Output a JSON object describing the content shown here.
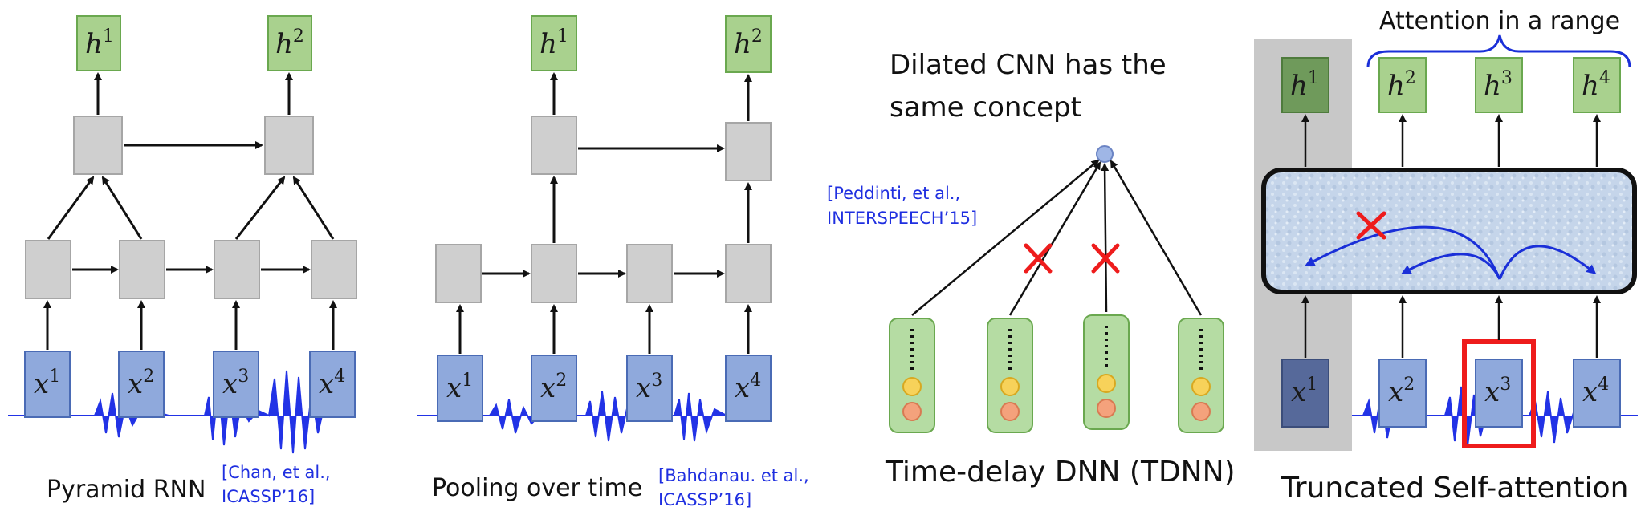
{
  "colors": {
    "output_fill": "#a9d18e",
    "output_stroke": "#6aa84f",
    "hidden_fill": "#cfcfcf",
    "hidden_stroke": "#a6a6a6",
    "input_fill": "#8fa9dc",
    "input_stroke": "#4a6bb5",
    "wave": "#2233e6",
    "cross": "#ee1c1c",
    "attention_arrow": "#1a2fd8",
    "citation": "#1f2fe0"
  },
  "pyramid": {
    "outputs": [
      {
        "var": "h",
        "sup": "1"
      },
      {
        "var": "h",
        "sup": "2"
      }
    ],
    "inputs": [
      {
        "var": "x",
        "sup": "1"
      },
      {
        "var": "x",
        "sup": "2"
      },
      {
        "var": "x",
        "sup": "3"
      },
      {
        "var": "x",
        "sup": "4"
      }
    ],
    "caption": "Pyramid RNN",
    "cite_line1": "[Chan, et al.,",
    "cite_line2": "ICASSP’16]"
  },
  "pooling": {
    "outputs": [
      {
        "var": "h",
        "sup": "1"
      },
      {
        "var": "h",
        "sup": "2"
      }
    ],
    "inputs": [
      {
        "var": "x",
        "sup": "1"
      },
      {
        "var": "x",
        "sup": "2"
      },
      {
        "var": "x",
        "sup": "3"
      },
      {
        "var": "x",
        "sup": "4"
      }
    ],
    "caption": "Pooling over time",
    "cite_line1": "[Bahdanau. et al.,",
    "cite_line2": "ICASSP’16]"
  },
  "tdnn": {
    "note_line1": "Dilated CNN has the",
    "note_line2": "same concept",
    "cite_line1": "[Peddinti, et al.,",
    "cite_line2": "INTERSPEECH’15]",
    "caption": "Time-delay DNN (TDNN)"
  },
  "truncated": {
    "title": "Attention in a range",
    "outputs": [
      {
        "var": "h",
        "sup": "1"
      },
      {
        "var": "h",
        "sup": "2"
      },
      {
        "var": "h",
        "sup": "3"
      },
      {
        "var": "h",
        "sup": "4"
      }
    ],
    "inputs": [
      {
        "var": "x",
        "sup": "1"
      },
      {
        "var": "x",
        "sup": "2"
      },
      {
        "var": "x",
        "sup": "3"
      },
      {
        "var": "x",
        "sup": "4"
      }
    ],
    "caption": "Truncated Self-attention"
  }
}
